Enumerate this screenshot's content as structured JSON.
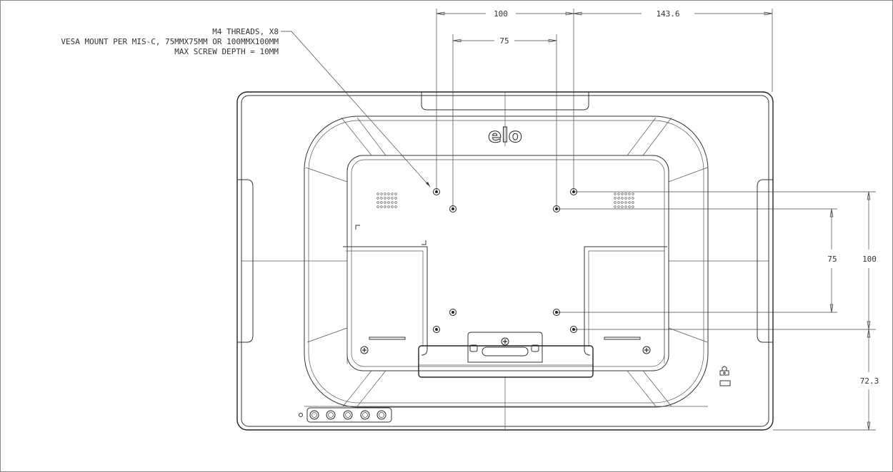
{
  "callout": {
    "line1": "M4 THREADS, X8",
    "line2": "VESA MOUNT PER MIS-C, 75MMX75MM OR 100MMX100MM",
    "line3": "MAX SCREW DEPTH = 10MM"
  },
  "dimensions": {
    "top_100": "100",
    "top_143": "143.6",
    "top_75": "75",
    "right_75": "75",
    "right_100": "100",
    "right_72": "72.3"
  },
  "logo": "elo",
  "icons": {
    "lock": "kensington-lock-icon",
    "screws": "phillips-screw-icon",
    "vesa_holes": "threaded-hole-icon",
    "buttons": "control-button-icon"
  },
  "colors": {
    "line": "#333333",
    "background": "#ffffff"
  }
}
